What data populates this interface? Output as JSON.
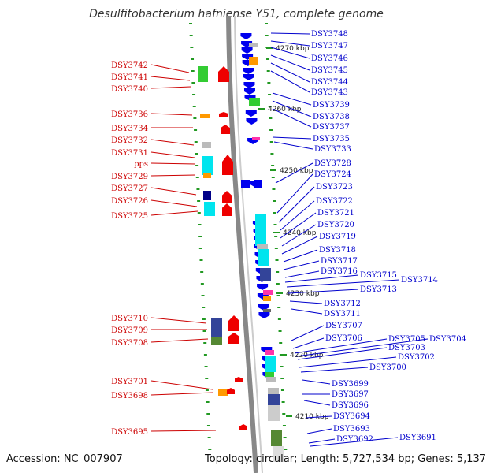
{
  "title": "Desulfitobacterium hafniense Y51, complete genome",
  "footer": {
    "accession": "Accession: NC_007907",
    "summary": "Topology: circular; Length: 5,727,534 bp; Genes: 5,137"
  },
  "colors": {
    "left_label": "#cc0000",
    "right_label": "#0000cc",
    "reverse_strand": "#0000ee",
    "forward_strand": "#ee0000",
    "backbone": "#888888",
    "tick": "#229922"
  },
  "kbp_markers": [
    "4270 kbp",
    "4260 kbp",
    "4250 kbp",
    "4240 kbp",
    "4230 kbp",
    "4220 kbp",
    "4210 kbp"
  ],
  "left_genes": [
    "DSY3742",
    "DSY3741",
    "DSY3740",
    "DSY3736",
    "DSY3734",
    "DSY3732",
    "DSY3731",
    "pps",
    "DSY3729",
    "DSY3727",
    "DSY3726",
    "DSY3725",
    "DSY3710",
    "DSY3709",
    "DSY3708",
    "DSY3701",
    "DSY3698",
    "DSY3695"
  ],
  "right_genes": [
    "DSY3748",
    "DSY3747",
    "DSY3746",
    "DSY3745",
    "DSY3744",
    "DSY3743",
    "DSY3739",
    "DSY3738",
    "DSY3737",
    "DSY3735",
    "DSY3733",
    "DSY3728",
    "DSY3724",
    "DSY3723",
    "DSY3722",
    "DSY3721",
    "DSY3720",
    "DSY3719",
    "DSY3718",
    "DSY3717",
    "DSY3716",
    "DSY3715",
    "DSY3714",
    "DSY3713",
    "DSY3712",
    "DSY3711",
    "DSY3707",
    "DSY3706",
    "DSY3705",
    "DSY3704",
    "DSY3703",
    "DSY3702",
    "DSY3700",
    "DSY3699",
    "DSY3697",
    "DSY3696",
    "DSY3694",
    "DSY3693",
    "DSY3692",
    "DSY3691"
  ]
}
